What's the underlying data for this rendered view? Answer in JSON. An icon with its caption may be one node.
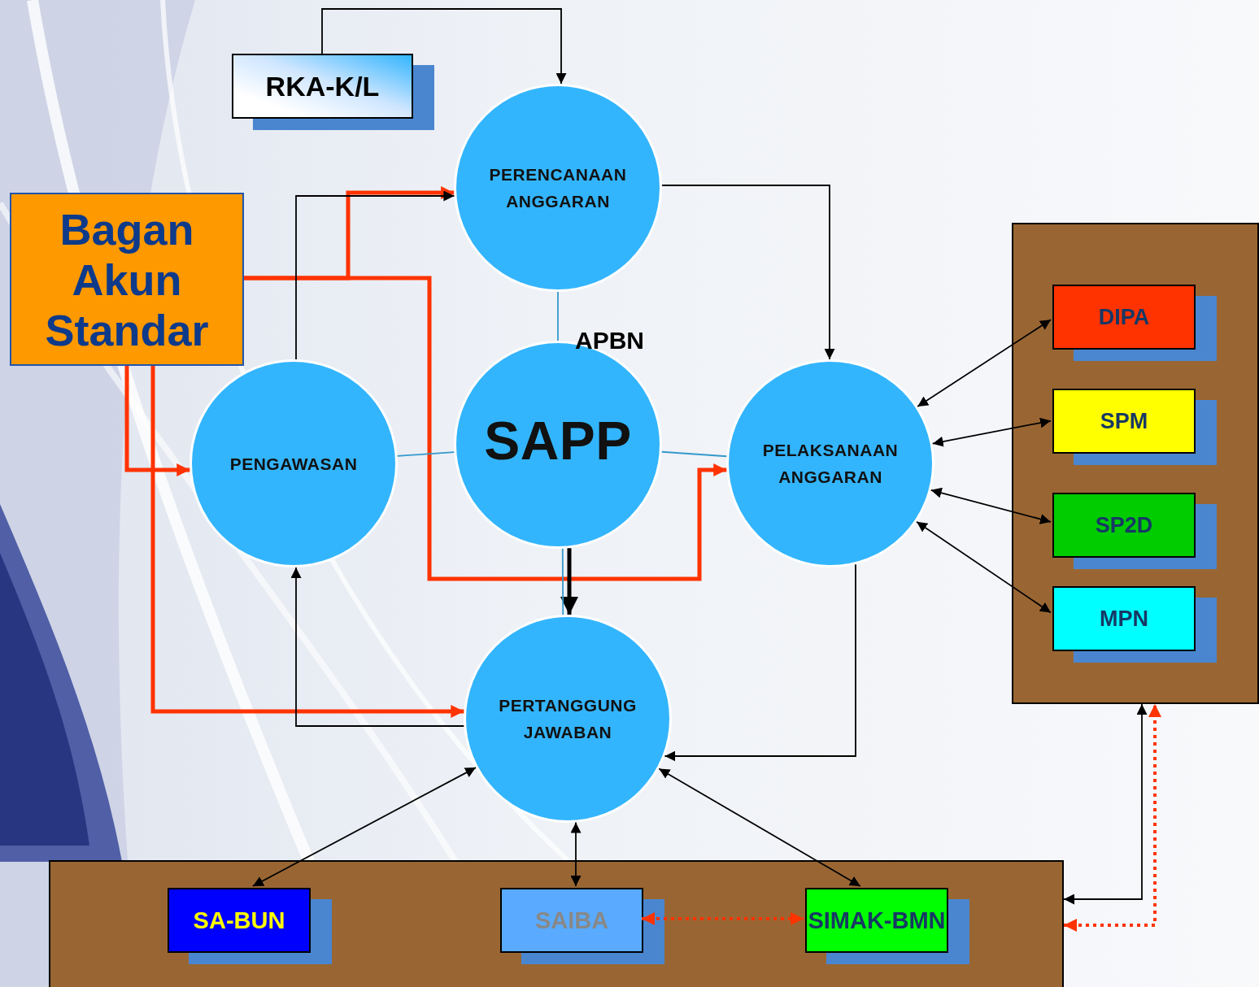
{
  "diagram": {
    "nodes": [
      {
        "text": [
          "RKA-K/L"
        ]
      },
      {
        "text": [
          "Bagan Akun Standar"
        ]
      },
      {
        "text": [
          "PERENCANAAN ANGGARAN"
        ]
      },
      {
        "text": [
          "PENGAWASAN"
        ]
      },
      {
        "text": [
          "SAPP"
        ],
        "beside": [
          "APBN"
        ]
      },
      {
        "text": [
          "PELAKSANAAN ANGGARAN"
        ]
      },
      {
        "text": [
          "PERTANGGUNG JAWABAN"
        ]
      },
      {
        "text": [],
        "shape": "box"
      },
      {
        "text": [
          "DIPA"
        ],
        "in": 7
      },
      {
        "text": [
          "SPM"
        ],
        "in": 7
      },
      {
        "text": [
          "SP2D"
        ],
        "in": 7
      },
      {
        "text": [
          "MPN"
        ],
        "in": 7
      },
      {
        "text": [],
        "shape": "box"
      },
      {
        "text": [
          "SA-BUN"
        ],
        "in": 12
      },
      {
        "text": [
          "SAIBA"
        ],
        "in": 12
      },
      {
        "text": [
          "SIMAK-BMN"
        ],
        "in": 12
      }
    ],
    "edges": [
      {
        "from": 0,
        "to": 2,
        "arrow": "to"
      },
      {
        "from": 1,
        "to": 2,
        "arrow": "to",
        "style": "thick",
        "color": "#ff3300"
      },
      {
        "from": 1,
        "to": 5,
        "arrow": "to",
        "style": "thick",
        "color": "#ff3300"
      },
      {
        "from": 1,
        "to": 3,
        "arrow": "to",
        "style": "thick",
        "color": "#ff3300"
      },
      {
        "from": 1,
        "to": 6,
        "arrow": "to",
        "style": "thick",
        "color": "#ff3300"
      },
      {
        "from": 3,
        "to": 2,
        "arrow": "to"
      },
      {
        "from": 2,
        "to": 5,
        "arrow": "to"
      },
      {
        "from": 4,
        "to": 6,
        "arrow": "to",
        "style": "thick"
      },
      {
        "from": 5,
        "to": 6,
        "arrow": "to"
      },
      {
        "from": 6,
        "to": 3,
        "arrow": "to"
      },
      {
        "from": 2,
        "to": 4,
        "arrow": "none",
        "color": "#3399cc"
      },
      {
        "from": 3,
        "to": 4,
        "arrow": "none",
        "color": "#3399cc"
      },
      {
        "from": 4,
        "to": 5,
        "arrow": "none",
        "color": "#3399cc"
      },
      {
        "from": 4,
        "to": 6,
        "arrow": "none",
        "color": "#3399cc"
      },
      {
        "from": 5,
        "to": 8,
        "arrow": "both"
      },
      {
        "from": 5,
        "to": 9,
        "arrow": "both"
      },
      {
        "from": 5,
        "to": 10,
        "arrow": "both"
      },
      {
        "from": 5,
        "to": 11,
        "arrow": "both"
      },
      {
        "from": 6,
        "to": 13,
        "arrow": "both"
      },
      {
        "from": 6,
        "to": 14,
        "arrow": "both"
      },
      {
        "from": 6,
        "to": 15,
        "arrow": "both"
      },
      {
        "from": 14,
        "to": 15,
        "arrow": "both",
        "style": "dashed",
        "color": "#ff3300"
      },
      {
        "from": 12,
        "to": 7,
        "arrow": "both"
      },
      {
        "from": 12,
        "to": 7,
        "arrow": "both",
        "style": "dashed",
        "color": "#ff3300"
      }
    ]
  }
}
